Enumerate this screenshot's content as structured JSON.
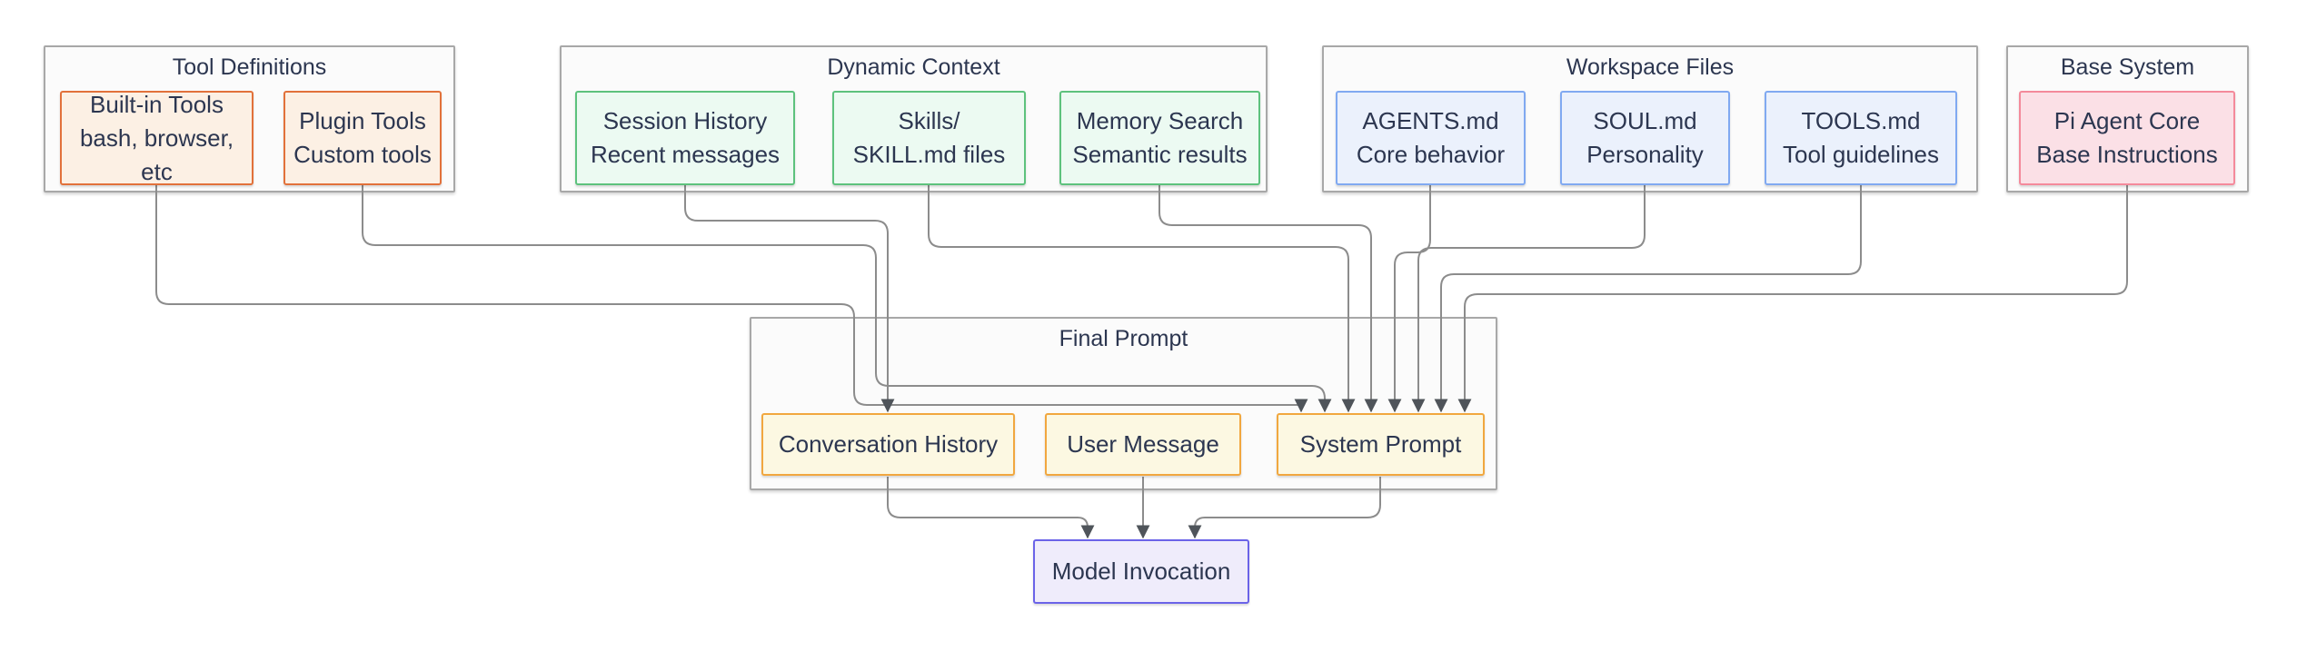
{
  "diagram": {
    "groups": [
      {
        "id": "tool-definitions",
        "title": "Tool Definitions"
      },
      {
        "id": "dynamic-context",
        "title": "Dynamic Context"
      },
      {
        "id": "workspace-files",
        "title": "Workspace Files"
      },
      {
        "id": "base-system",
        "title": "Base System"
      },
      {
        "id": "final-prompt",
        "title": "Final Prompt"
      }
    ],
    "nodes": [
      {
        "id": "builtin",
        "line1": "Built-in Tools",
        "line2": "bash, browser, etc",
        "color": "orange"
      },
      {
        "id": "plugin",
        "line1": "Plugin Tools",
        "line2": "Custom tools",
        "color": "orange"
      },
      {
        "id": "session",
        "line1": "Session History",
        "line2": "Recent messages",
        "color": "green"
      },
      {
        "id": "skills",
        "line1": "Skills/",
        "line2": "SKILL.md files",
        "color": "green"
      },
      {
        "id": "memory",
        "line1": "Memory Search",
        "line2": "Semantic results",
        "color": "green"
      },
      {
        "id": "agents",
        "line1": "AGENTS.md",
        "line2": "Core behavior",
        "color": "blue"
      },
      {
        "id": "soul",
        "line1": "SOUL.md",
        "line2": "Personality",
        "color": "blue"
      },
      {
        "id": "tools",
        "line1": "TOOLS.md",
        "line2": "Tool guidelines",
        "color": "blue"
      },
      {
        "id": "picore",
        "line1": "Pi Agent Core",
        "line2": "Base Instructions",
        "color": "red"
      },
      {
        "id": "conversation",
        "line1": "Conversation History",
        "line2": "",
        "color": "yellow"
      },
      {
        "id": "usermsg",
        "line1": "User Message",
        "line2": "",
        "color": "yellow"
      },
      {
        "id": "sysprompt",
        "line1": "System Prompt",
        "line2": "",
        "color": "yellow"
      },
      {
        "id": "model",
        "line1": "Model Invocation",
        "line2": "",
        "color": "purple"
      }
    ],
    "edges": [
      {
        "from": "builtin",
        "to": "sysprompt"
      },
      {
        "from": "plugin",
        "to": "sysprompt"
      },
      {
        "from": "session",
        "to": "conversation"
      },
      {
        "from": "skills",
        "to": "sysprompt"
      },
      {
        "from": "memory",
        "to": "sysprompt"
      },
      {
        "from": "agents",
        "to": "sysprompt"
      },
      {
        "from": "soul",
        "to": "sysprompt"
      },
      {
        "from": "tools",
        "to": "sysprompt"
      },
      {
        "from": "picore",
        "to": "sysprompt"
      },
      {
        "from": "conversation",
        "to": "model"
      },
      {
        "from": "usermsg",
        "to": "model"
      },
      {
        "from": "sysprompt",
        "to": "model"
      }
    ],
    "palette": {
      "orange": {
        "border": "#E2713A",
        "fill": "#FCF0E4"
      },
      "green": {
        "border": "#5DC27D",
        "fill": "#ECFAF2"
      },
      "blue": {
        "border": "#80A9F1",
        "fill": "#EBF1FC"
      },
      "red": {
        "border": "#F48A9B",
        "fill": "#FBE0E6"
      },
      "yellow": {
        "border": "#F1A73F",
        "fill": "#FCF8E2"
      },
      "purple": {
        "border": "#6B63E8",
        "fill": "#EFECFB"
      },
      "group_border": "#A8A8A8",
      "group_fill": "#FBFBFB",
      "edge": "#8C8C8C",
      "arrow": "#4F545A",
      "text": "#2C3650"
    }
  }
}
